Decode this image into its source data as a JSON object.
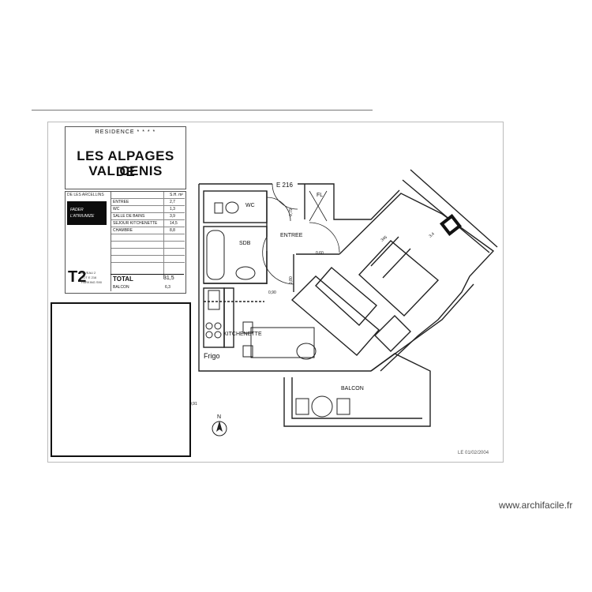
{
  "document": {
    "residence": "RESIDENCE * * * *",
    "title_line1": "LES ALPAGES DE",
    "title_line2": "VAL CENIS"
  },
  "info_card": {
    "header": "DE LES ARCELLINS",
    "surface_header": "S.H. m²",
    "logo_line1": "FADER",
    "logo_line2": "L'ATRIUMIZE",
    "rooms": [
      {
        "name": "ENTREE",
        "value": "2,7"
      },
      {
        "name": "WC",
        "value": "1,3"
      },
      {
        "name": "SALLE DE BAINS",
        "value": "3,9"
      },
      {
        "name": "SEJOUR KITCHENETTE",
        "value": "14,5"
      },
      {
        "name": "CHAMBRE",
        "value": "8,8"
      }
    ],
    "type_label": "T2",
    "type_detail1": "NIVEAU 2",
    "type_detail2": "LOT E 216",
    "type_detail3": "PARKING S90",
    "total_label": "TOTAL",
    "total_value": "31,5",
    "balcony_label": "BALCON",
    "balcony_value": "6,3"
  },
  "plan": {
    "unit": "E 216",
    "rooms": {
      "wc": "WC",
      "fl": "FL",
      "sdb": "SDB",
      "entree": "ENTREE",
      "kitchenette": "KITCHENETTE",
      "frigo": "Frigo",
      "balcon": "BALCON"
    },
    "dimensions": [
      "0,79",
      "0,60",
      "0,80",
      "0,90",
      "0,91",
      "345",
      "3,4"
    ],
    "north": "N",
    "date": "LE 01/02/2004"
  },
  "watermark": "www.archifacile.fr"
}
